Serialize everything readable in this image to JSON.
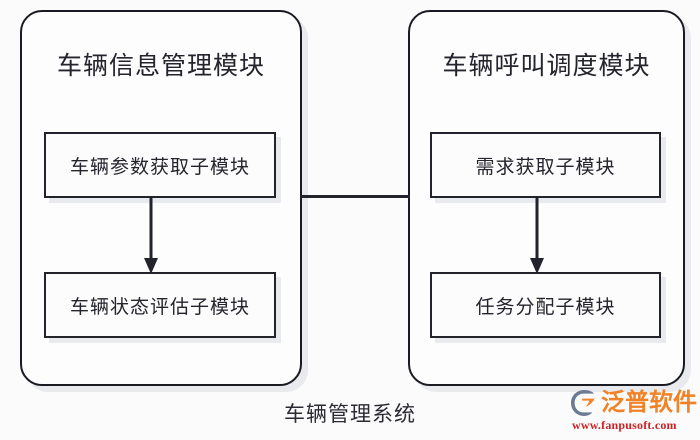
{
  "diagram": {
    "caption": "车辆管理系统",
    "panels": [
      {
        "id": "vehicle-information-management",
        "title": "车辆信息管理模块",
        "submodules": [
          {
            "label": "车辆参数获取子模块"
          },
          {
            "label": "车辆状态评估子模块"
          }
        ]
      },
      {
        "id": "vehicle-call-dispatch",
        "title": "车辆呼叫调度模块",
        "submodules": [
          {
            "label": "需求获取子模块"
          },
          {
            "label": "任务分配子模块"
          }
        ]
      }
    ],
    "connectors": [
      {
        "name": "panel-link",
        "from": "vehicle-information-management",
        "to": "vehicle-call-dispatch",
        "style": "line"
      },
      {
        "name": "left-arrow",
        "from": "车辆参数获取子模块",
        "to": "车辆状态评估子模块",
        "style": "arrow-down"
      },
      {
        "name": "right-arrow",
        "from": "需求获取子模块",
        "to": "任务分配子模块",
        "style": "arrow-down"
      }
    ],
    "colors": {
      "background": "#fbfbfc",
      "stroke": "#23232b",
      "box_fill": "#fcfcfd",
      "shadow": "#e9eaee",
      "text": "#24242c"
    }
  },
  "watermark": {
    "brand": "泛普软件",
    "url": "www.fanpusoft.com",
    "mark_icon": "swoosh-logo-icon",
    "brand_color": "#f08228",
    "url_color": "#cc2222",
    "mark_color": "#6b7b92"
  }
}
